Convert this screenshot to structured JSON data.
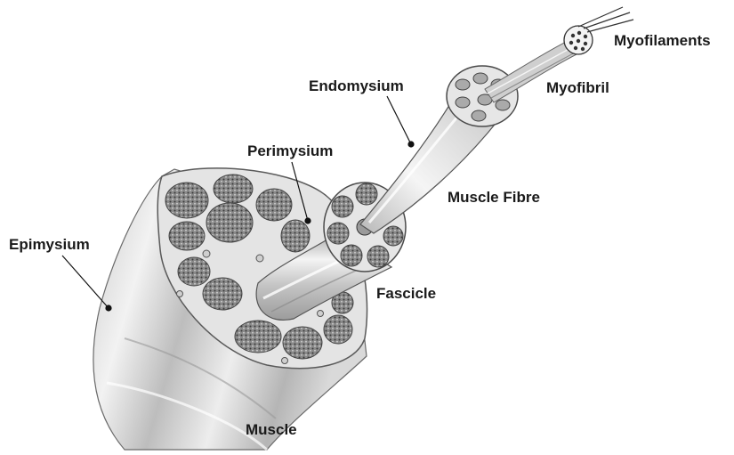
{
  "diagram": {
    "labels": {
      "myofilaments": "Myofilaments",
      "myofibril": "Myofibril",
      "endomysium": "Endomysium",
      "perimysium": "Perimysium",
      "muscle_fibre": "Muscle Fibre",
      "epimysium": "Epimysium",
      "fascicle": "Fascicle",
      "muscle": "Muscle"
    }
  }
}
